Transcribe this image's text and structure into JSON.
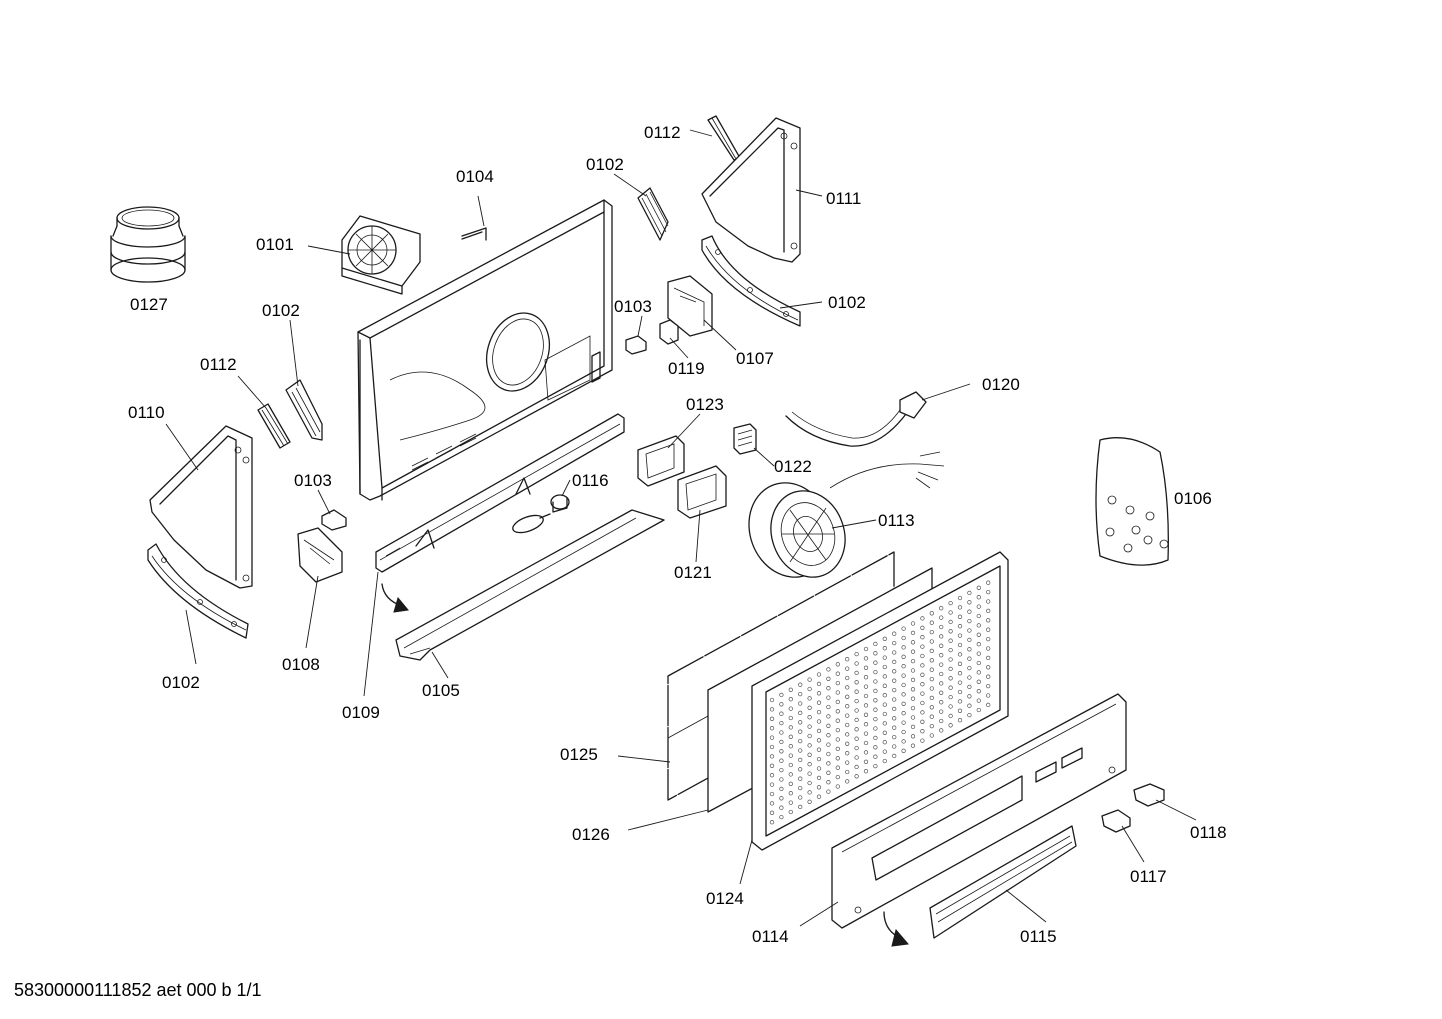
{
  "footer": "58300000111852 aet 000 b 1/1",
  "parts": [
    {
      "id": "0101",
      "text": "0101"
    },
    {
      "id": "0102a",
      "text": "0102"
    },
    {
      "id": "0102b",
      "text": "0102"
    },
    {
      "id": "0102c",
      "text": "0102"
    },
    {
      "id": "0102d",
      "text": "0102"
    },
    {
      "id": "0103a",
      "text": "0103"
    },
    {
      "id": "0103b",
      "text": "0103"
    },
    {
      "id": "0104",
      "text": "0104"
    },
    {
      "id": "0105",
      "text": "0105"
    },
    {
      "id": "0106",
      "text": "0106"
    },
    {
      "id": "0107",
      "text": "0107"
    },
    {
      "id": "0108",
      "text": "0108"
    },
    {
      "id": "0109",
      "text": "0109"
    },
    {
      "id": "0110",
      "text": "0110"
    },
    {
      "id": "0111",
      "text": "0111"
    },
    {
      "id": "0112a",
      "text": "0112"
    },
    {
      "id": "0112b",
      "text": "0112"
    },
    {
      "id": "0113",
      "text": "0113"
    },
    {
      "id": "0114",
      "text": "0114"
    },
    {
      "id": "0115",
      "text": "0115"
    },
    {
      "id": "0116",
      "text": "0116"
    },
    {
      "id": "0117",
      "text": "0117"
    },
    {
      "id": "0118",
      "text": "0118"
    },
    {
      "id": "0119",
      "text": "0119"
    },
    {
      "id": "0120",
      "text": "0120"
    },
    {
      "id": "0121",
      "text": "0121"
    },
    {
      "id": "0122",
      "text": "0122"
    },
    {
      "id": "0123",
      "text": "0123"
    },
    {
      "id": "0124",
      "text": "0124"
    },
    {
      "id": "0125",
      "text": "0125"
    },
    {
      "id": "0126",
      "text": "0126"
    },
    {
      "id": "0127",
      "text": "0127"
    }
  ]
}
